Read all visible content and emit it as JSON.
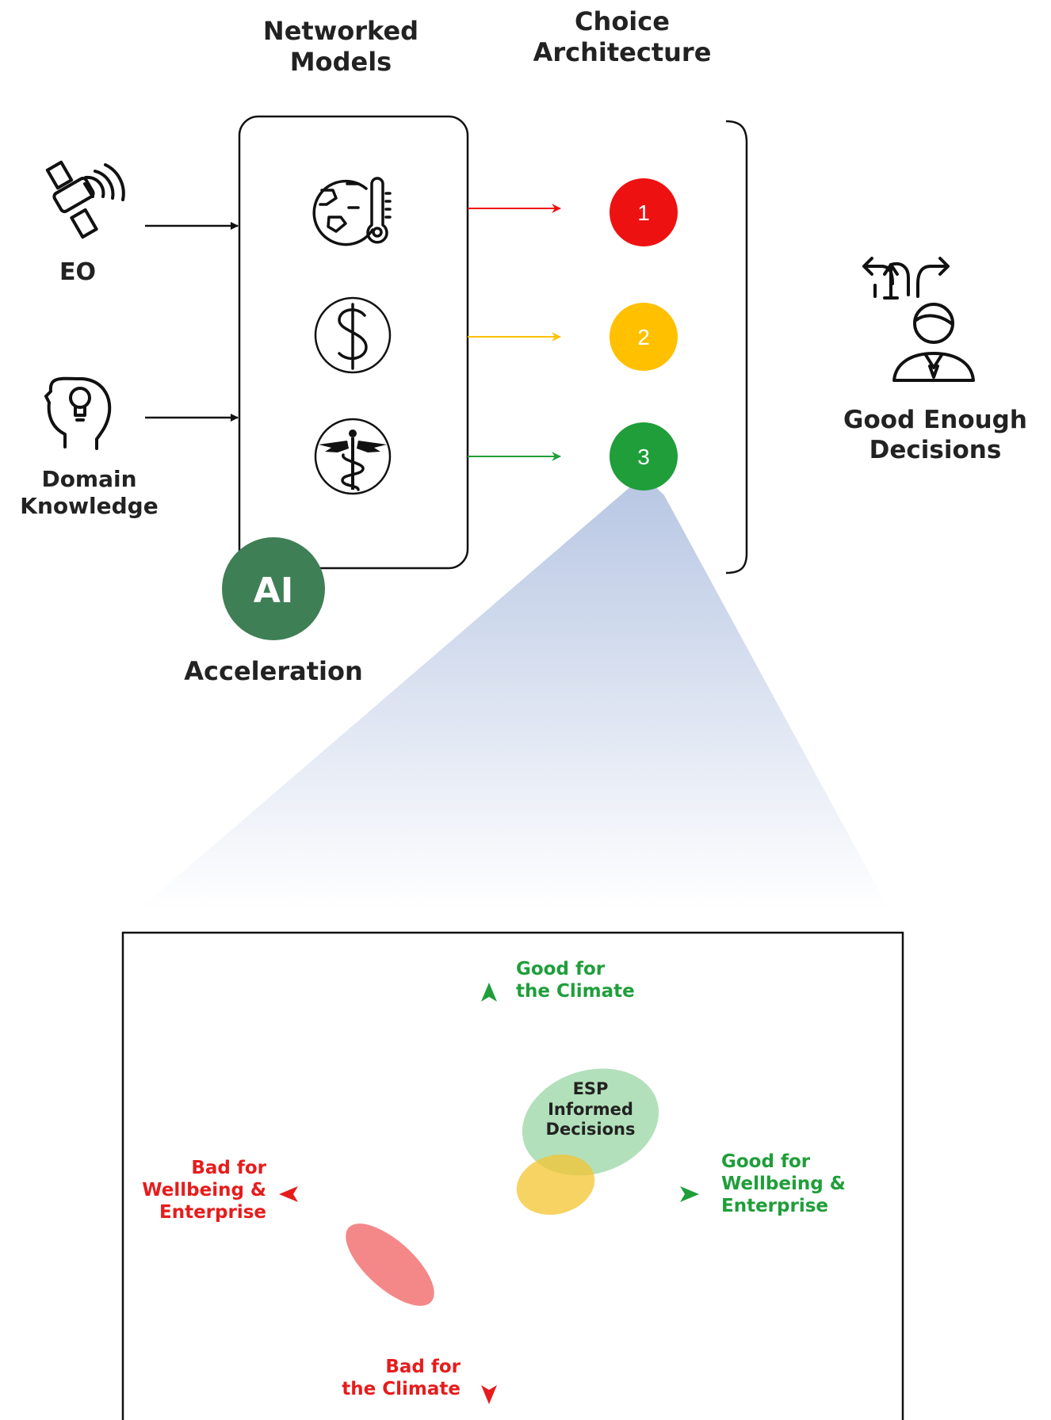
{
  "header": {
    "networked_models": [
      "Networked",
      "Models"
    ],
    "choice_architecture": [
      "Choice",
      "Architecture"
    ]
  },
  "inputs": {
    "eo_label": "EO",
    "domain_knowledge": [
      "Domain",
      "Knowledge"
    ]
  },
  "models": {
    "icons": [
      "globe-thermometer-icon",
      "dollar-icon",
      "caduceus-icon"
    ]
  },
  "choices": [
    {
      "number": "1",
      "color": "#ee1111"
    },
    {
      "number": "2",
      "color": "#ffc000"
    },
    {
      "number": "3",
      "color": "#1f9e3a"
    }
  ],
  "ai": {
    "badge": "AI",
    "badge_color": "#3f7f55",
    "label": "Acceleration"
  },
  "decisions": [
    "Good Enough",
    "Decisions"
  ],
  "quadrant": {
    "top": [
      "Good for",
      "the Climate"
    ],
    "bottom": [
      "Bad for",
      "the Climate"
    ],
    "left": [
      "Bad for",
      "Wellbeing &",
      "Enterprise"
    ],
    "right": [
      "Good for",
      "Wellbeing &",
      "Enterprise"
    ],
    "esp": [
      "ESP",
      "Informed",
      "Decisions"
    ],
    "colors": {
      "good": "#1f9e3a",
      "bad": "#e61c1c",
      "mid": "#e8c21a"
    }
  }
}
